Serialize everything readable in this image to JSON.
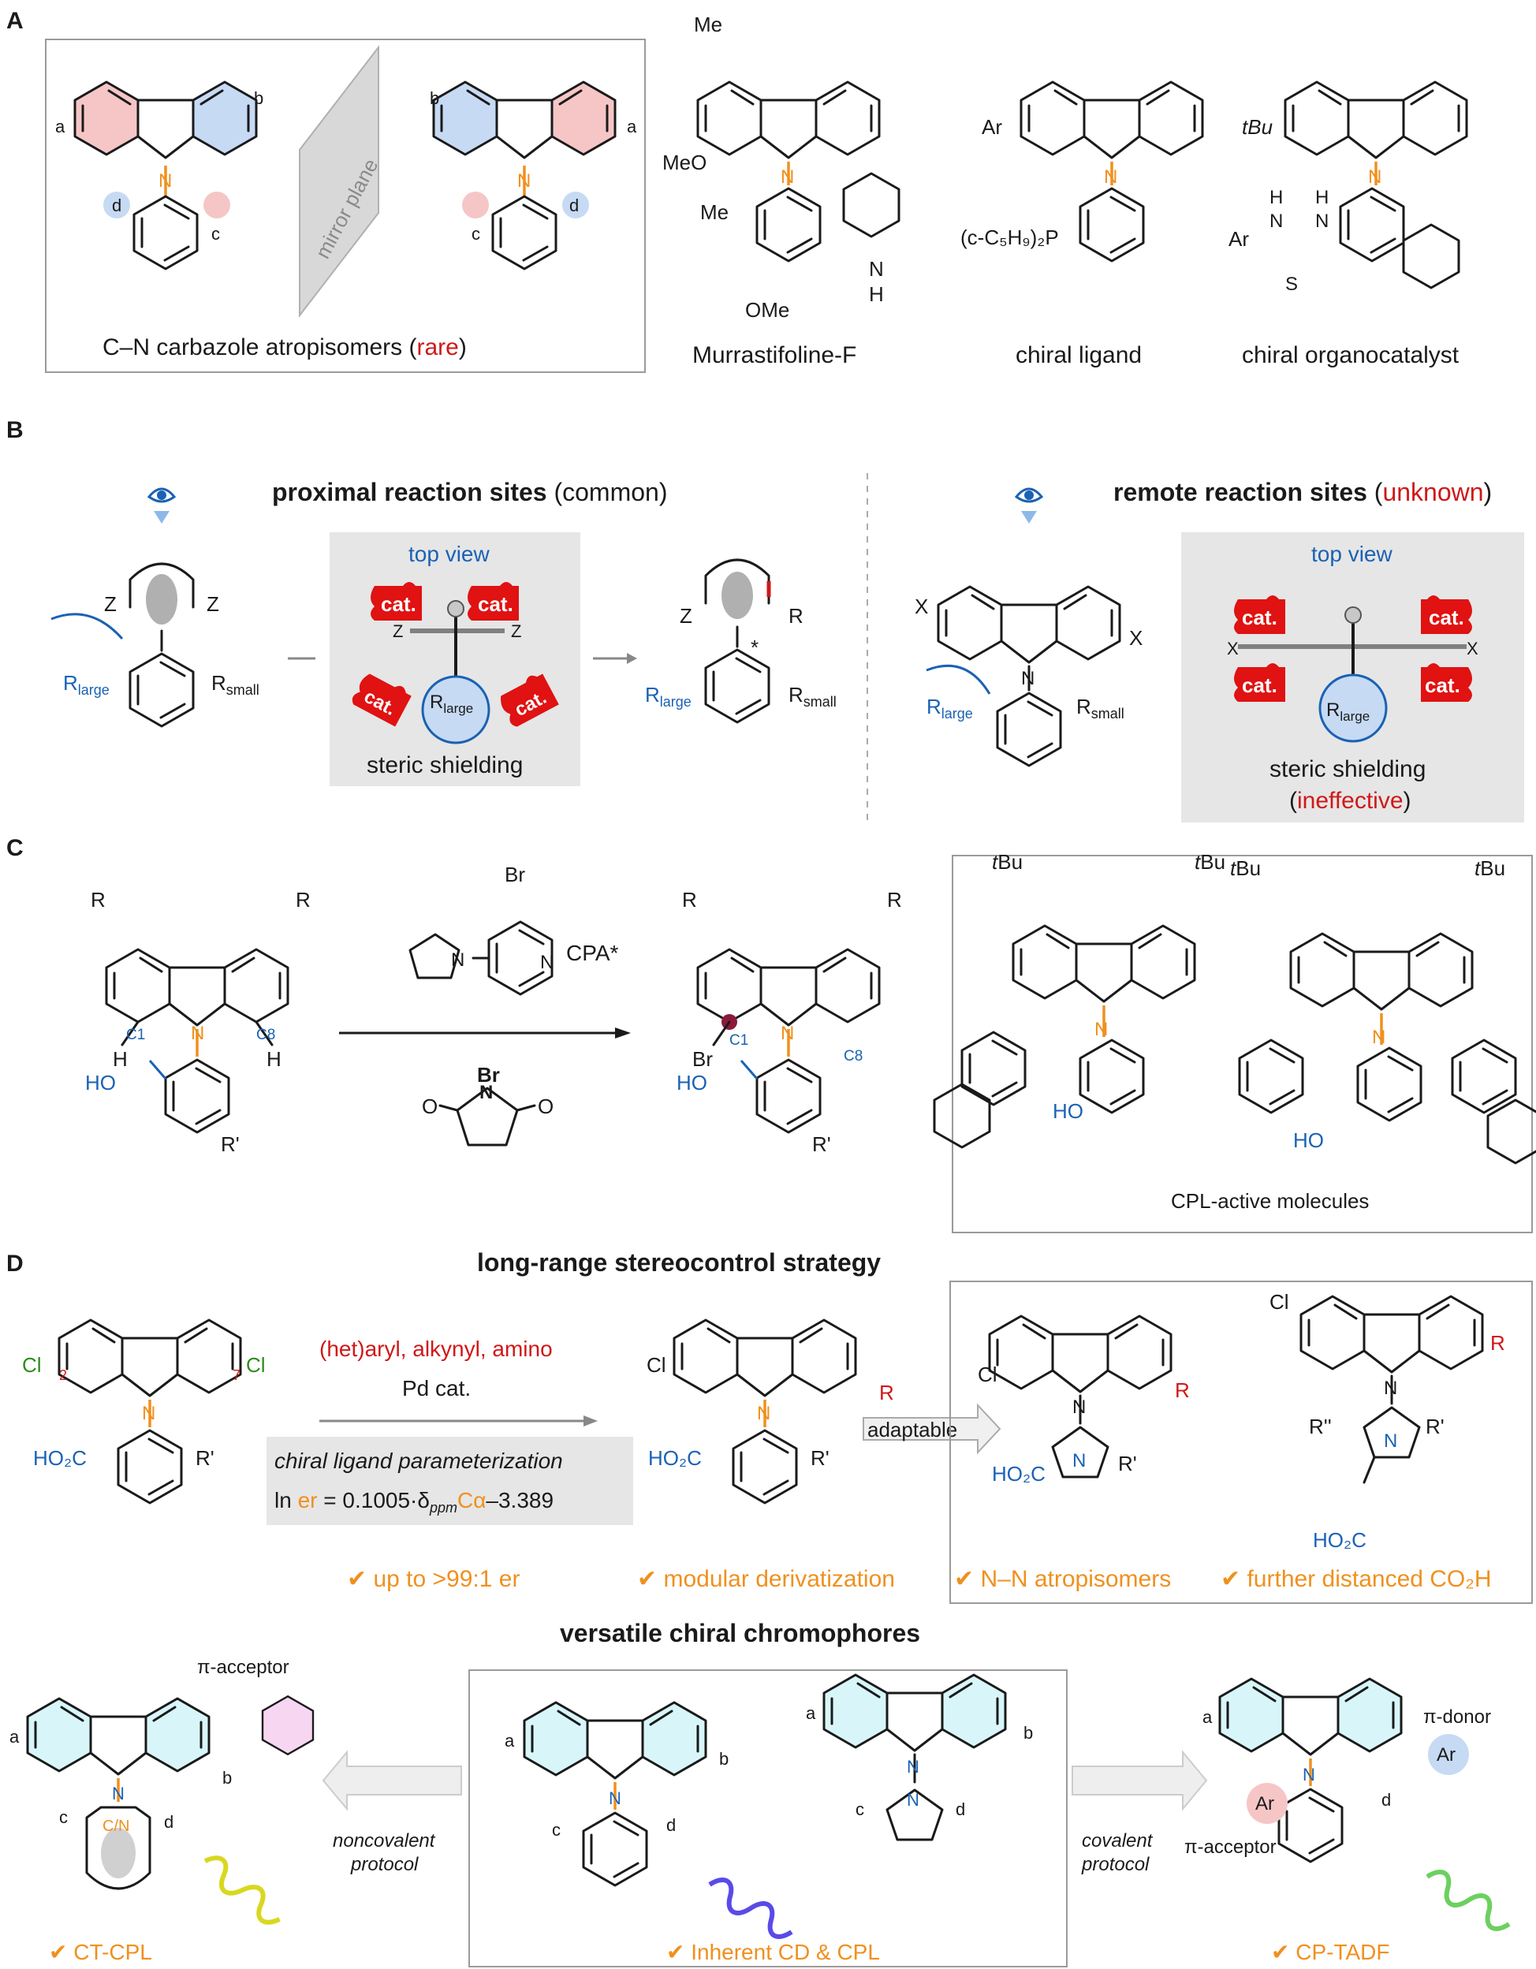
{
  "panels": {
    "A": {
      "letter": "A",
      "labels": {
        "a": "a",
        "b": "b",
        "c": "c",
        "d": "d",
        "N": "N"
      },
      "mirror": "mirror plane",
      "atropisomer_caption_pre": "C–N carbazole atropisomers (",
      "atropisomer_caption_rare": "rare",
      "atropisomer_caption_post": ")",
      "murr_Me1": "Me",
      "murr_MeO": "MeO",
      "murr_Me2": "Me",
      "murr_OMe": "OMe",
      "murr_NH": "N",
      "murr_H": "H",
      "murr_name": "Murrastifoline-F",
      "ligand_Ar": "Ar",
      "ligand_P": "(c-C₅H₉)₂P",
      "ligand_name": "chiral ligand",
      "organo_tBu": "tBu",
      "organo_Ar": "Ar",
      "organo_H1": "H",
      "organo_H2": "H",
      "organo_N1": "N",
      "organo_N2": "N",
      "organo_S": "S",
      "organo_name": "chiral organocatalyst"
    },
    "B": {
      "letter": "B",
      "proximal_bold": "proximal reaction sites",
      "proximal_rest": " (common)",
      "remote_bold": "remote reaction sites",
      "remote_open": " (",
      "remote_unknown": "unknown",
      "remote_close": ")",
      "top_view": "top view",
      "top_view_2": "top view",
      "Z": "Z",
      "cat": "cat.",
      "Rlarge": "R",
      "Rlarge_sub": "large",
      "Rsmall": "R",
      "Rsmall_sub": "small",
      "R": "R",
      "star": "*",
      "X": "X",
      "N": "N",
      "steric": "steric shielding",
      "steric_2": "steric shielding",
      "ineffective_open": "(",
      "ineffective": "ineffective",
      "ineffective_close": ")"
    },
    "C": {
      "letter": "C",
      "R": "R",
      "H": "H",
      "C1": "C1",
      "C8": "C8",
      "N": "N",
      "HO": "HO",
      "Rp": "R'",
      "Br": "Br",
      "CPA": "CPA*",
      "NBS_Br": "Br",
      "NBS_N": "N",
      "O": "O",
      "tBu": "tBu",
      "cpl_caption": "CPL-active molecules"
    },
    "D": {
      "letter": "D",
      "title": "long-range stereocontrol strategy",
      "Cl": "Cl",
      "pos2": "2",
      "pos7": "7",
      "N": "N",
      "HO2C": "HO₂C",
      "Rp": "R'",
      "Rpp": "R''",
      "R": "R",
      "reagents": "(het)aryl, alkynyl, amino",
      "cat": "Pd cat.",
      "param": "chiral ligand parameterization",
      "eq_pre": "ln ",
      "eq_er": "er",
      "eq_mid": " = 0.1005·δ",
      "eq_ppm": "ppm",
      "eq_Ca": "Cα",
      "eq_post": "–3.389",
      "adaptable": "adaptable",
      "check1": "✔ up to >99:1 er",
      "check2": "✔ modular derivatization",
      "check3": "✔ N–N atropisomers",
      "check4": "✔ further distanced CO₂H"
    },
    "E": {
      "title": "versatile chiral chromophores",
      "a": "a",
      "b": "b",
      "c": "c",
      "d": "d",
      "N": "N",
      "CN": "C/N",
      "pi_acceptor": "π-acceptor",
      "pi_acceptor_2": "π-acceptor",
      "pi_donor": "π-donor",
      "Ar": "Ar",
      "noncov1": "noncovalent",
      "noncov2": "protocol",
      "cov1": "covalent",
      "cov2": "protocol",
      "check_ct": "✔ CT-CPL",
      "check_inherent": "✔ Inherent CD & CPL",
      "check_tadf": "✔ CP-TADF"
    }
  },
  "colors": {
    "red": "#d01818",
    "blue": "#1a62b4",
    "orange": "#f0901e",
    "green": "#2e8b1e",
    "pink": "#f6c6c6",
    "lightblue": "#c6daf4",
    "gray_box": "#e6e6e6",
    "cat_red": "#e01212"
  }
}
